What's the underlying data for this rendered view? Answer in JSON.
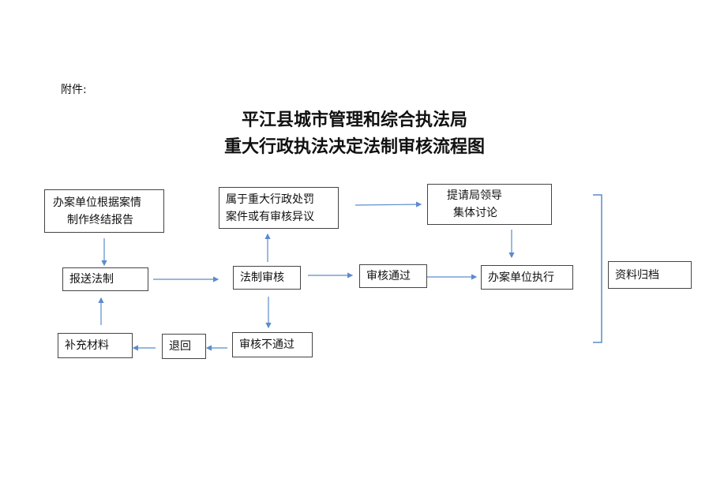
{
  "attachment_label": "附件:",
  "title": {
    "line1": "平江县城市管理和综合执法局",
    "line2": "重大行政执法决定法制审核流程图"
  },
  "nodes": {
    "report": [
      "办案单位根据案情",
      "制作终结报告"
    ],
    "major_case": [
      "属于重大行政处罚",
      "案件或有审核异议"
    ],
    "leader_discussion": [
      "提请局领导",
      "集体讨论"
    ],
    "submit_legal": "报送法制",
    "legal_review": "法制审核",
    "review_passed": "审核通过",
    "unit_execute": "办案单位执行",
    "archive": "资料归档",
    "supplement": "补充材料",
    "return": "退回",
    "review_failed": "审核不通过"
  },
  "colors": {
    "arrow": "#5b8ccc",
    "border": "#444444"
  }
}
